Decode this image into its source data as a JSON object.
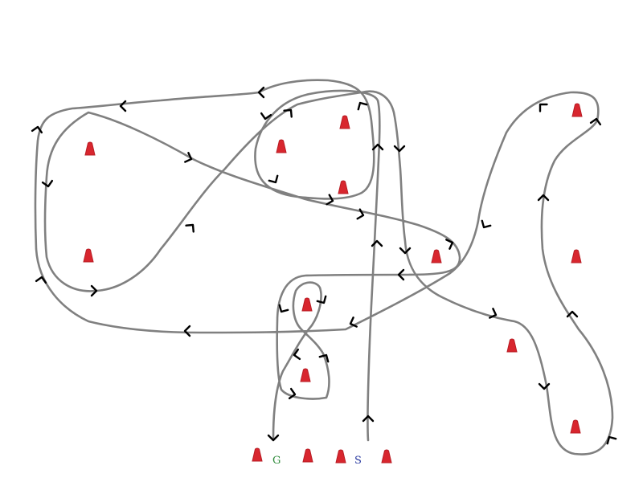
{
  "colors": {
    "background": "#ffffff",
    "path": "#808080",
    "arrow": "#000000",
    "cone": "#d8262e",
    "goal": "#2e8b3a",
    "start": "#2a3aa0"
  },
  "labels": {
    "goal": "G",
    "start": "S"
  },
  "cone_icon": "red-traffic-cone",
  "arrow_icon": "chevron-arrowhead"
}
